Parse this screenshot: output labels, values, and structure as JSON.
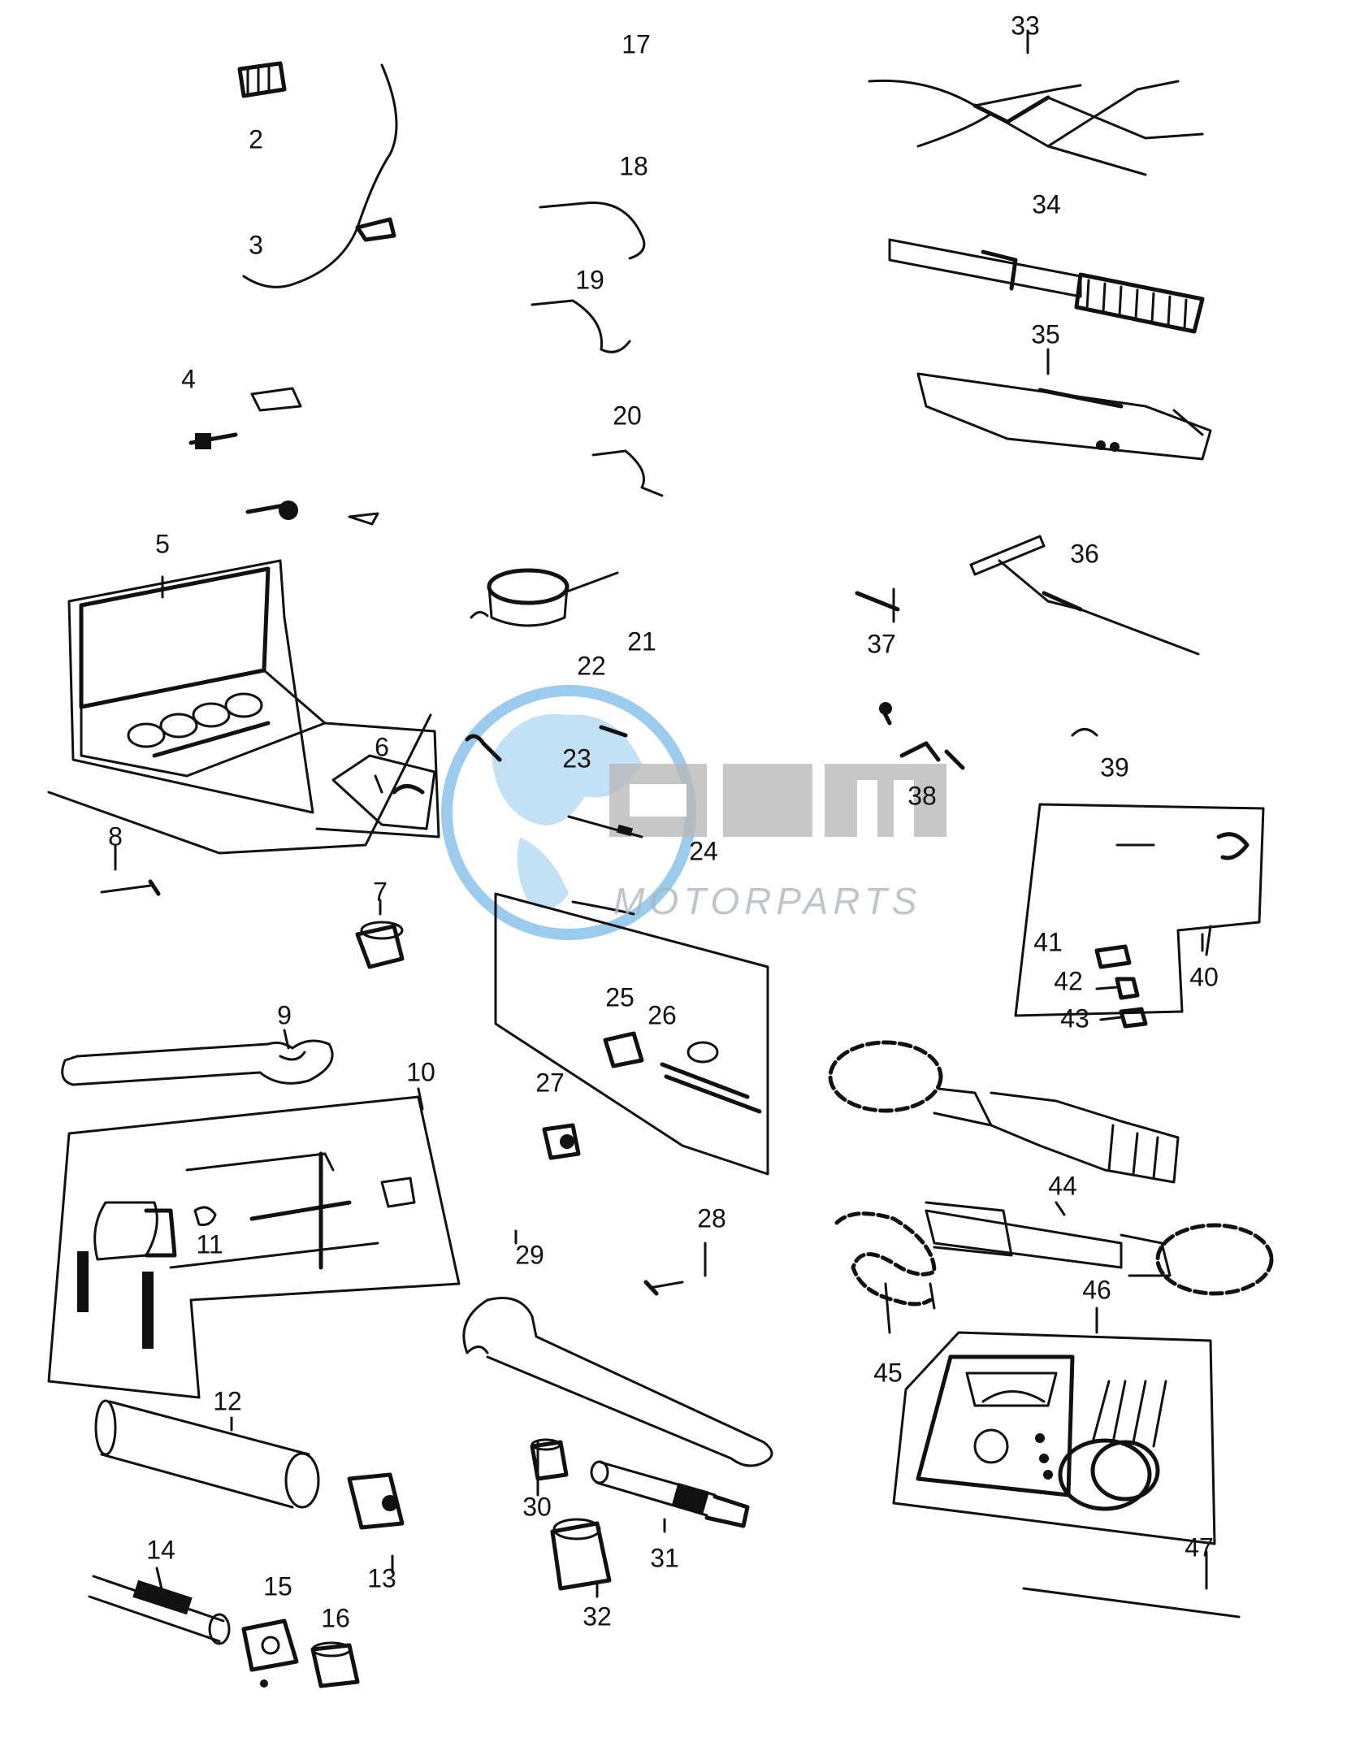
{
  "diagram": {
    "callouts": [
      "2",
      "3",
      "4",
      "5",
      "6",
      "7",
      "8",
      "9",
      "10",
      "11",
      "12",
      "13",
      "14",
      "15",
      "16",
      "17",
      "18",
      "19",
      "20",
      "21",
      "22",
      "23",
      "24",
      "25",
      "26",
      "27",
      "28",
      "29",
      "30",
      "31",
      "32",
      "33",
      "34",
      "35",
      "36",
      "37",
      "38",
      "39",
      "40",
      "41",
      "42",
      "43",
      "44",
      "45",
      "46",
      "47"
    ]
  },
  "watermark": {
    "logo_text": "OEM",
    "sub_text": "MOTORPARTS",
    "colors": {
      "globe": "#4aa3df",
      "letters": "#7f7f7f"
    }
  }
}
